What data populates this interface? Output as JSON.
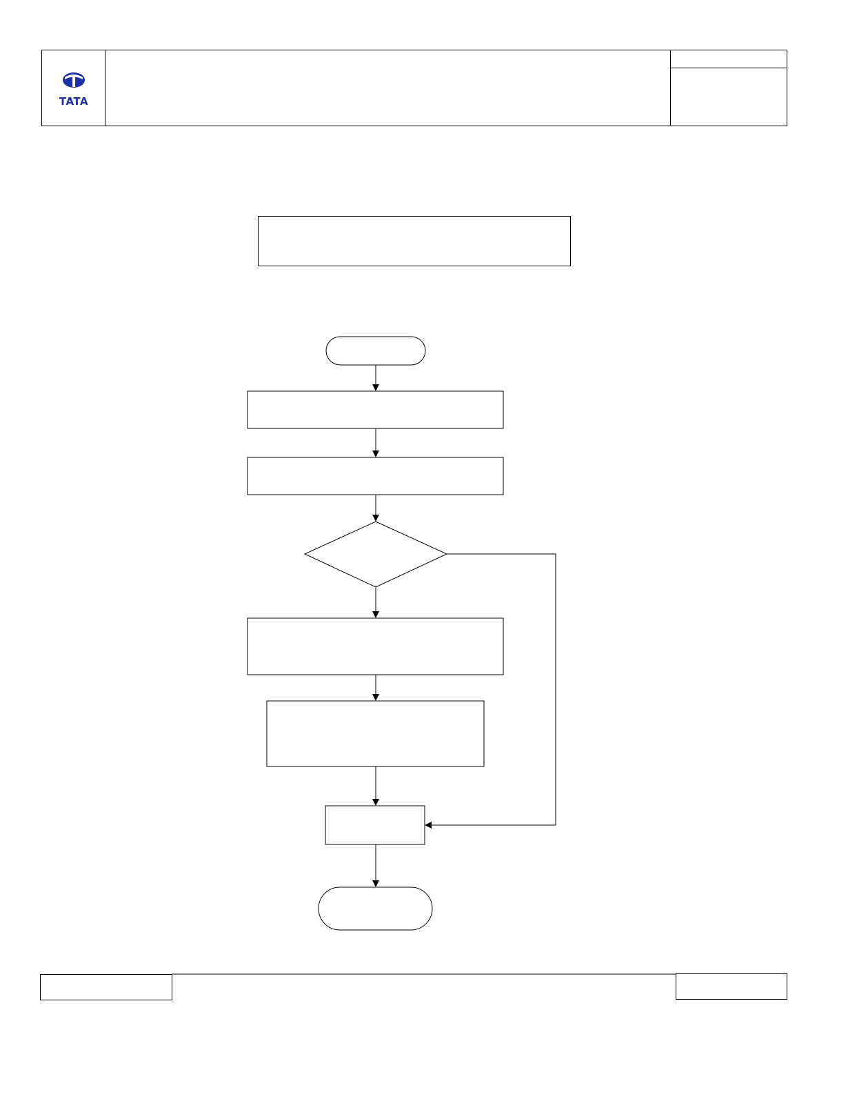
{
  "header": {
    "logo": {
      "text": "TATA",
      "brand_color": "#1f2fa6",
      "icon": "tata-logo-icon"
    },
    "title": "",
    "doc_ref_top": "",
    "doc_ref_bottom": ""
  },
  "title_box": {
    "text": ""
  },
  "flowchart": {
    "nodes": [
      {
        "id": "start",
        "shape": "terminator",
        "label": ""
      },
      {
        "id": "step1",
        "shape": "process",
        "label": ""
      },
      {
        "id": "step2",
        "shape": "process",
        "label": ""
      },
      {
        "id": "decision",
        "shape": "decision",
        "label": ""
      },
      {
        "id": "step3",
        "shape": "process",
        "label": ""
      },
      {
        "id": "step4",
        "shape": "process",
        "label": ""
      },
      {
        "id": "step5",
        "shape": "process",
        "label": ""
      },
      {
        "id": "end",
        "shape": "terminator",
        "label": ""
      }
    ],
    "edges": [
      {
        "from": "start",
        "to": "step1"
      },
      {
        "from": "step1",
        "to": "step2"
      },
      {
        "from": "step2",
        "to": "decision"
      },
      {
        "from": "decision",
        "to": "step3"
      },
      {
        "from": "step3",
        "to": "step4"
      },
      {
        "from": "step4",
        "to": "step5"
      },
      {
        "from": "decision",
        "to": "step5"
      },
      {
        "from": "step5",
        "to": "end"
      }
    ],
    "line_color": "#000000"
  },
  "footer": {
    "left": "",
    "center": "",
    "right": ""
  }
}
